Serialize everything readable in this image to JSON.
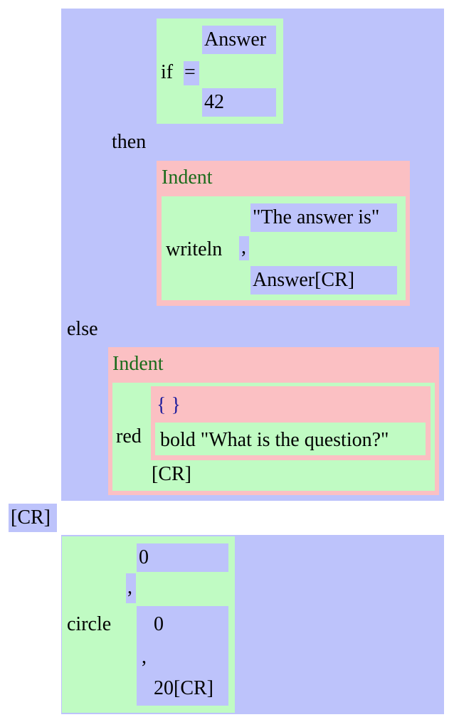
{
  "if_block": {
    "if_keyword": "if",
    "operator": "=",
    "left_operand": "Answer",
    "right_operand": "42",
    "then_keyword": "then",
    "then_indent_label": "Indent",
    "writeln_call": {
      "name": "writeln",
      "separator": ",",
      "arg1": "\"The answer is\"",
      "arg2": "Answer[CR]"
    },
    "else_keyword": "else",
    "else_indent_label": "Indent",
    "else_body": {
      "red_keyword": "red",
      "braces": "{ }",
      "bold_text": "bold \"What is the question?\"",
      "cr": "[CR]"
    }
  },
  "top_cr": "[CR]",
  "circle_call": {
    "name": "circle",
    "arg1": "0",
    "separator1": ",",
    "arg2": "0",
    "separator2": ",",
    "arg3": "20[CR]"
  }
}
